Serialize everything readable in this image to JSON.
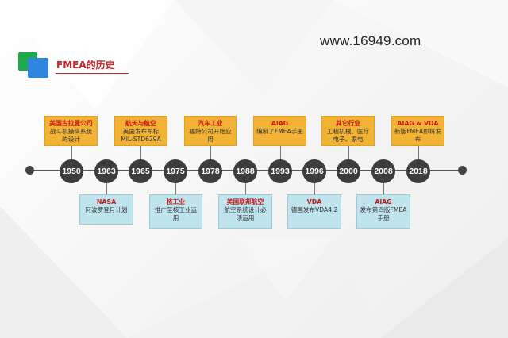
{
  "header": {
    "title": "FMEA的历史",
    "website": "www.16949.com"
  },
  "timeline": {
    "years": [
      "1950",
      "1963",
      "1965",
      "1975",
      "1978",
      "1988",
      "1993",
      "1996",
      "2000",
      "2008",
      "2018"
    ],
    "events_top": [
      {
        "year": "1950",
        "head": "美国古拉曼公司",
        "body": "战斗机操纵系统的设计"
      },
      {
        "year": "1965",
        "head": "航天与航空",
        "body": "美国发布军标MIL-STD629A"
      },
      {
        "year": "1978",
        "head": "汽车工业",
        "body": "福特公司开始应用"
      },
      {
        "year": "1993",
        "head": "AIAG",
        "body": "编制了FMEA手册"
      },
      {
        "year": "2000",
        "head": "其它行业",
        "body": "工程机械、医疗电子、家电"
      },
      {
        "year": "2018",
        "head": "AIAG & VDA",
        "body": "新版FMEA即将发布"
      }
    ],
    "events_bottom": [
      {
        "year": "1963",
        "head": "NASA",
        "body": "阿波罗登月计划"
      },
      {
        "year": "1975",
        "head": "核工业",
        "body": "推广至核工业运用"
      },
      {
        "year": "1988",
        "head": "美国联邦航空",
        "body": "航空系统设计必须运用"
      },
      {
        "year": "1996",
        "head": "VDA",
        "body": "德国发布VDA4.2"
      },
      {
        "year": "2008",
        "head": "AIAG",
        "body": "发布第四版FMEA手册"
      }
    ]
  },
  "colors": {
    "accent": "#c8232a",
    "card_top": "#f2b233",
    "card_bottom": "#bfe4ee",
    "node": "#3d3d3d"
  }
}
